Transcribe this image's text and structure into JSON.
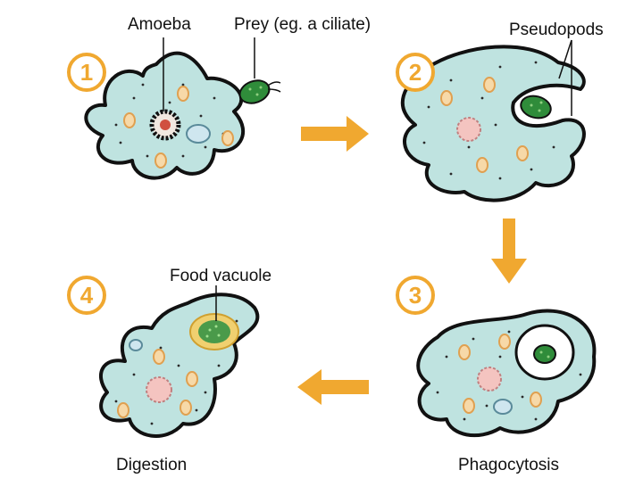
{
  "labels": {
    "amoeba": "Amoeba",
    "prey": "Prey (eg. a ciliate)",
    "pseudopods": "Pseudopods",
    "food_vacuole": "Food vacuole",
    "digestion": "Digestion",
    "phagocytosis": "Phagocytosis"
  },
  "steps": [
    "1",
    "2",
    "3",
    "4"
  ],
  "colors": {
    "cytoplasm": "#bfe3e0",
    "outline": "#111111",
    "accent": "#f0a830",
    "nucleus_ring": "#f0b060",
    "prey_green": "#2f8c3a",
    "digest_pink": "#f4c4c0",
    "vacuole_blue": "#cfe6ef"
  }
}
